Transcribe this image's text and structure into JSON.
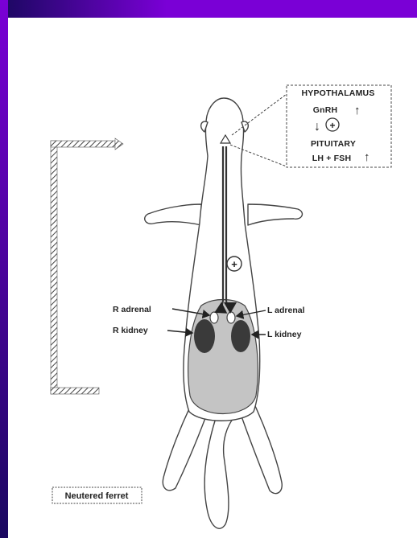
{
  "colors": {
    "frame_accent": "#7a00d6",
    "frame_dark": "#1a0860",
    "body_shading": "#c4c4c4",
    "kidney": "#3a3a3a",
    "line": "#333333"
  },
  "hormone_box": {
    "hypothalamus": "HYPOTHALAMUS",
    "gnrh": "GnRH",
    "pituitary": "PITUITARY",
    "lh_fsh": "LH + FSH",
    "stimulation_symbol": "+",
    "increase_symbol": "↑"
  },
  "axis_symbol": "+",
  "labels": {
    "r_adrenal": "R adrenal",
    "l_adrenal": "L adrenal",
    "r_kidney": "R kidney",
    "l_kidney": "L kidney"
  },
  "caption": "Neutered ferret"
}
